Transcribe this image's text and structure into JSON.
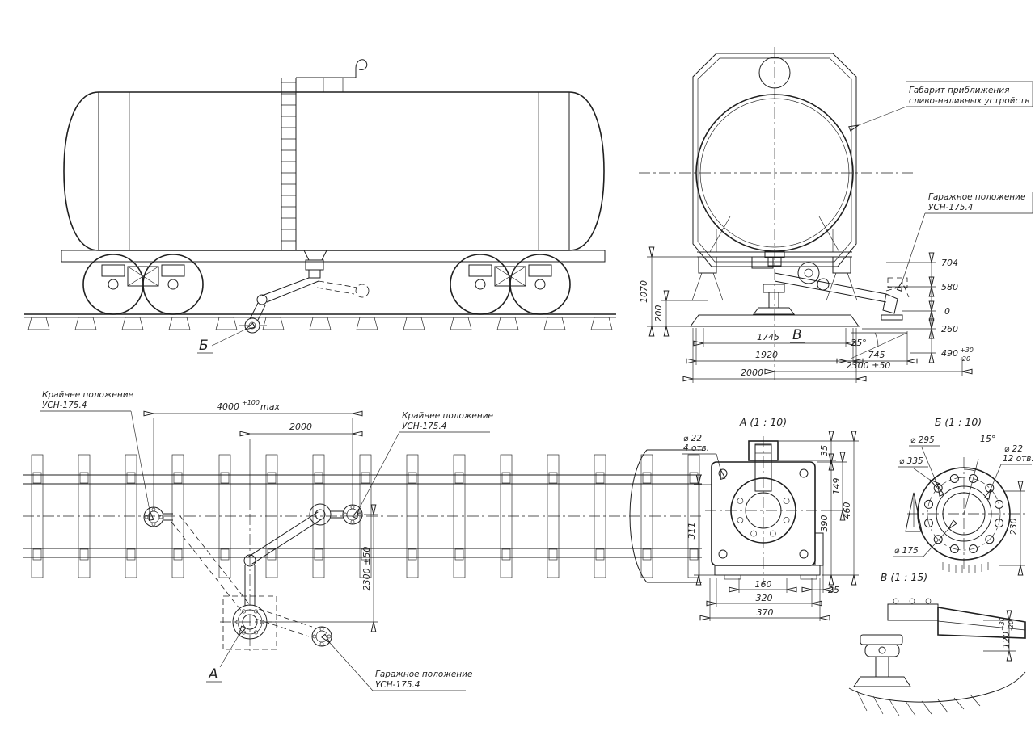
{
  "meta": {
    "background": "#ffffff",
    "ink": "#1f1f1f",
    "description": "Технический чертёж: установка сливо-наливного устройства УСН-175.4 у железнодорожной цистерны"
  },
  "side_view": {
    "detail_label": "Б"
  },
  "end_view": {
    "clearance_note": [
      "Габарит приближения",
      "сливо-наливных устройств"
    ],
    "garage_note": [
      "Гаражное положение",
      "УСН-175.4"
    ],
    "detail_label": "В",
    "dims": {
      "h1070": "1070",
      "h200": "200",
      "w1745": "1745",
      "w1920": "1920",
      "w2000": "2000",
      "w2300": "2300 ±50",
      "w745": "745",
      "angle": "25°",
      "lvl704": "704",
      "lvl580": "580",
      "lvl0": "0",
      "lvl260": "260",
      "lvl490": "490",
      "lvl490_up": "+30",
      "lvl490_dn": "-20"
    }
  },
  "plan_view": {
    "extreme_note_left": [
      "Крайнее положение",
      "УСН-175.4"
    ],
    "extreme_note_right": [
      "Крайнее положение",
      "УСН-175.4"
    ],
    "garage_note": [
      "Гаражное положение",
      "УСН-175.4"
    ],
    "detail_label": "А",
    "dims": {
      "w4000": "4000",
      "w4000_tol": "+100",
      "w4000_suffix": "max",
      "w2000": "2000",
      "h2300": "2300 ±50"
    }
  },
  "detail_a": {
    "title": "А  (1 : 10)",
    "holes_note": [
      "⌀ 22",
      "4 отв."
    ],
    "dims": {
      "d35": "35",
      "d149": "149",
      "d390": "390",
      "d460": "460",
      "d311": "311",
      "d160": "160",
      "d320": "320",
      "d370": "370",
      "d25": "25"
    }
  },
  "detail_b": {
    "title": "Б  (1 : 10)",
    "dims": {
      "d295": "⌀ 295",
      "d335": "⌀ 335",
      "d22": "⌀ 22",
      "d22_qty": "12 отв.",
      "a15": "15°",
      "d175": "⌀ 175",
      "d230": "230"
    }
  },
  "detail_v": {
    "title": "В  (1 : 15)",
    "dims": {
      "d120": "120",
      "tol_up": "+30",
      "tol_dn": "-20"
    }
  }
}
